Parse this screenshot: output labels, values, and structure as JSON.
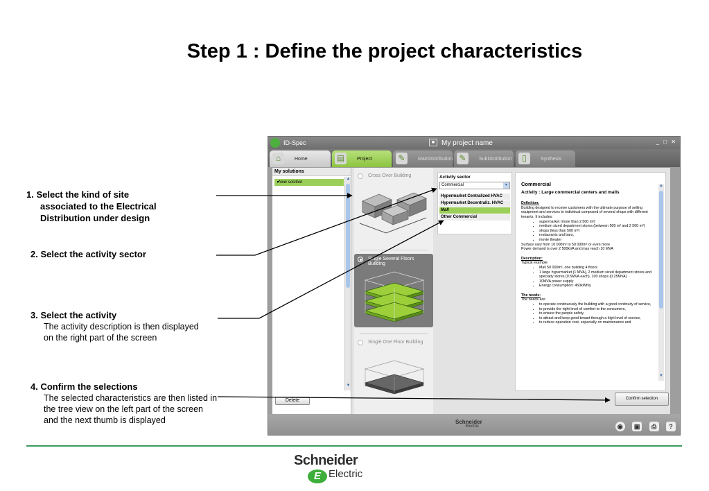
{
  "slide": {
    "title": "Step 1 : Define the project characteristics"
  },
  "steps": {
    "step1": {
      "head": "1. Select the kind of site",
      "cont1": "associated to the Electrical",
      "cont2": "Distribution under design"
    },
    "step2": {
      "head": "2. Select the activity sector"
    },
    "step3": {
      "head": "3. Select the activity",
      "sub": "The activity description is then displayed on the right part of the screen"
    },
    "step4": {
      "head": "4. Confirm the selections",
      "sub": "The selected characteristics are then listed in the tree view on the left part of the screen and the next thumb is displayed"
    }
  },
  "app": {
    "name": "ID-Spec",
    "project_name": "My project name",
    "window_buttons": "_ □ ✕",
    "tabs": [
      {
        "label": "Home",
        "icon": "home-icon"
      },
      {
        "label": "Project",
        "icon": "notebook-icon"
      },
      {
        "label": "MainDistribution",
        "icon": "pencil-icon"
      },
      {
        "label": "SubDistribution",
        "icon": "pencil-icon"
      },
      {
        "label": "Synthesis",
        "icon": "document-icon"
      }
    ],
    "solutions": {
      "header": "My solutions",
      "item": "▾New solution",
      "delete_label": "Delete"
    },
    "site_types": [
      {
        "label": "Cross Over Building",
        "selected": false
      },
      {
        "label": "Single Several Floors Building",
        "selected": true
      },
      {
        "label": "Single One Floor Building",
        "selected": false
      }
    ],
    "sector": {
      "header": "Activity sector",
      "selected": "Commercial",
      "activities": [
        {
          "label": "Hypermarket Centralized HVAC",
          "selected": false
        },
        {
          "label": "Hypermarket Decentraliz. HVAC",
          "selected": false
        },
        {
          "label": "Mall",
          "selected": true
        },
        {
          "label": "Other Commercial",
          "selected": false
        }
      ]
    },
    "description": {
      "title": "Commercial",
      "heading": "Activity : Large commercial centers and malls",
      "definition_label": "Definition:",
      "definition_intro": "Building designed to receive customers with the ultimate purpose of selling equipment and services to individual composed of several shops with different tenants. It includes:",
      "definition_items": [
        "supermarket (more than 2 500 m²)",
        "medium sized department stores (between 500 m² and 2 500 m²)",
        "shops (less than 500 m²)",
        "restaurants and bars,",
        "movie theater"
      ],
      "surface": "Surface vary from 10 000m² to 50 000m² or even more",
      "power": "Power demand is over 2 500kVA and may reach 10 MVA",
      "description_label": "Description:",
      "typical": "Typical example",
      "description_items": [
        "Mall 50 000m², one building 4 floors",
        "1 large hypermarket (1 MVA), 2 medium sized department stores and specialty stores (0.5MVA each), 100 shops (0.25MVA)",
        "10MVA power supply",
        "Energy consumption: 450kWh/y"
      ],
      "needs_label": "The needs:",
      "needs_intro": "The needs are:",
      "needs_items": [
        "to operate continuously the building with a good continuity of service,",
        "to provide the right level of comfort to the consumers,",
        "to ensure the people safety,",
        "to attract and keep good tenant through a high level of service,",
        "to reduce operation cost, especially on maintenance and"
      ]
    },
    "confirm_label": "Confirm selection",
    "footer_brand_1": "Schneider",
    "footer_brand_2": "Electric"
  },
  "brand": {
    "name": "Schneider",
    "sub": "Electric",
    "mark": "E"
  },
  "colors": {
    "accent_green": "#9ccf5a",
    "divider_green": "#3d9a5e",
    "scrollbar_blue": "#a9c6ea"
  }
}
